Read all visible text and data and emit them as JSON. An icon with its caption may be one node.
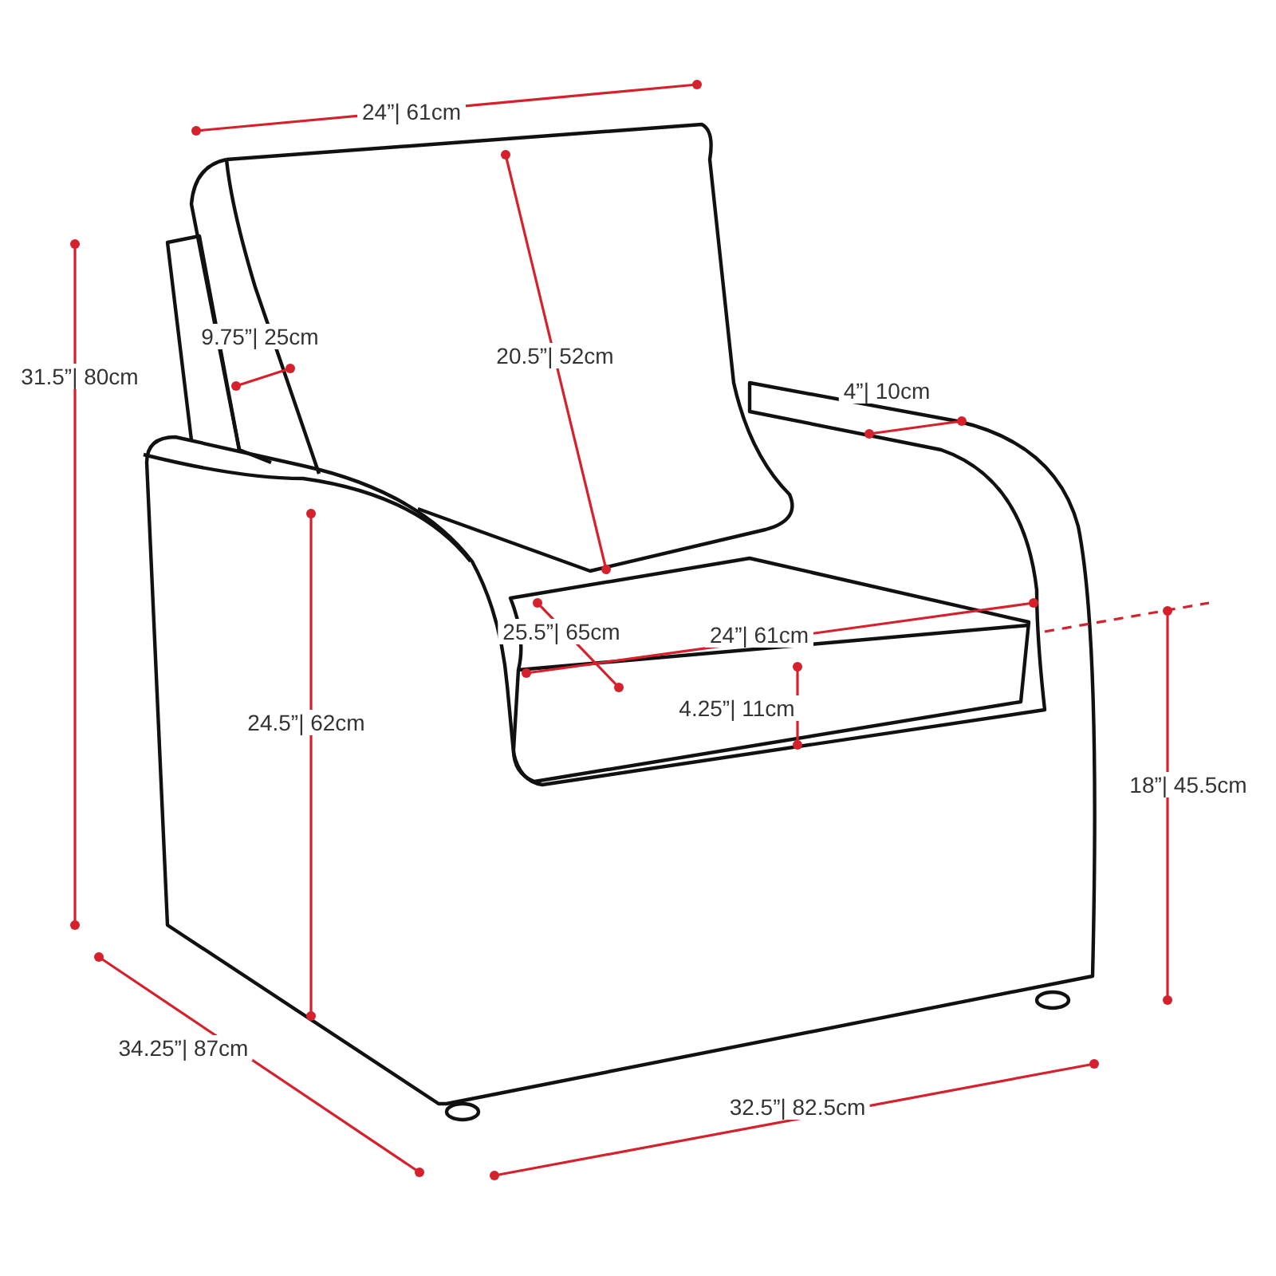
{
  "diagram": {
    "labels": [
      "24”| 61cm",
      "31.5”| 80cm",
      "9.75”| 25cm",
      "20.5”| 52cm",
      "4”| 10cm",
      "25.5”| 65cm",
      "24”| 61cm",
      "4.25”| 11cm",
      "24.5”| 62cm",
      "18”| 45.5cm",
      "34.25”| 87cm",
      "32.5”| 82.5cm"
    ]
  }
}
